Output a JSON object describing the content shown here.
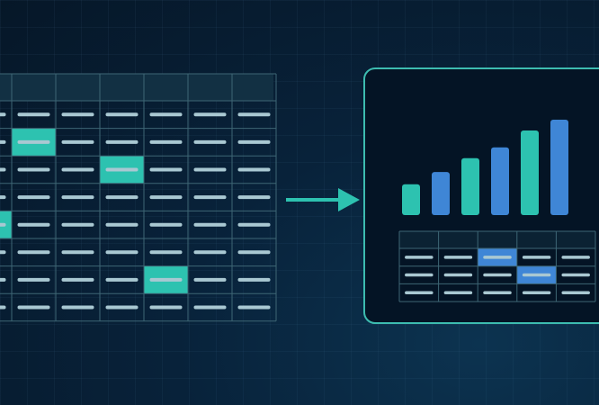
{
  "colors": {
    "background": "#08223a",
    "grid_line": "#3e6675",
    "cell_dash": "#a9c8d2",
    "highlight_teal": "#2dc2b0",
    "highlight_blue": "#3f86d6",
    "bar_teal": "#2dc2b0",
    "bar_blue": "#3f86d6",
    "panel_border": "#3dbcb0",
    "panel_fill": "#041425",
    "arrow": "#2dc2b0"
  },
  "source_table": {
    "header_rows": 1,
    "body_rows": 8,
    "columns": 7,
    "highlighted_cells": [
      {
        "row": 1,
        "col": 1
      },
      {
        "row": 2,
        "col": 3
      },
      {
        "row": 4,
        "col": 0
      },
      {
        "row": 6,
        "col": 4
      }
    ]
  },
  "arrow": {
    "icon": "arrow-right-icon"
  },
  "result_panel": {
    "chart_data": {
      "type": "bar",
      "values": [
        1,
        1.4,
        1.85,
        2.2,
        2.75,
        3.1
      ],
      "colors": [
        "teal",
        "blue",
        "teal",
        "blue",
        "teal",
        "blue"
      ],
      "ylim": [
        0,
        3.1
      ],
      "grid": false
    },
    "mini_table": {
      "header_rows": 1,
      "body_rows": 3,
      "columns": 5,
      "highlighted_cells": [
        {
          "row": 0,
          "col": 2
        },
        {
          "row": 1,
          "col": 3
        }
      ]
    }
  }
}
